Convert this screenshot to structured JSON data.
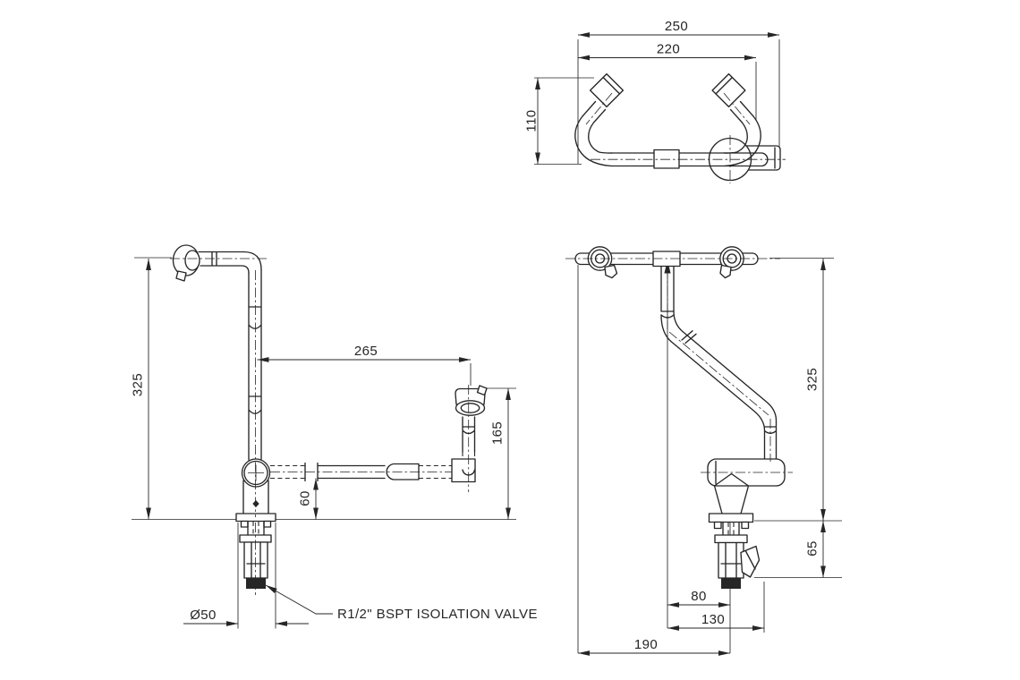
{
  "colors": {
    "ink": "#262626",
    "background": "#ffffff"
  },
  "views": {
    "top": {
      "dims": {
        "overall_width": "250",
        "spray_head_span": "220",
        "depth": "110"
      }
    },
    "front": {
      "dims": {
        "mounting_height": "325",
        "horizontal_reach": "265",
        "outlet_height": "165",
        "pipe_clearance": "60",
        "flange_diameter": "Ø50"
      },
      "callout": "R1/2\" BSPT ISOLATION VALVE"
    },
    "side": {
      "dims": {
        "mounting_height": "325",
        "under_deck_depth": "65",
        "valve_offset": "80",
        "spout_offset": "130",
        "overall_depth": "190"
      }
    }
  }
}
